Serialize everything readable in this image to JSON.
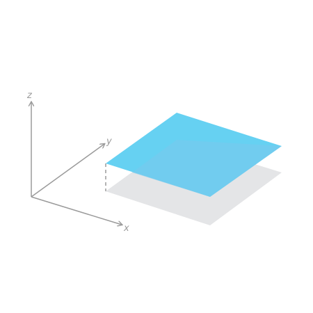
{
  "axes": {
    "x_label": "x",
    "y_label": "y",
    "z_label": "z"
  },
  "colors": {
    "axis": "#9a9a9a",
    "plane_top": "#66d1f2",
    "plane_shadow": "#e4e5e7",
    "plane_overlap": "#7ac8ec",
    "dashed_guide": "#8a8a8a"
  }
}
